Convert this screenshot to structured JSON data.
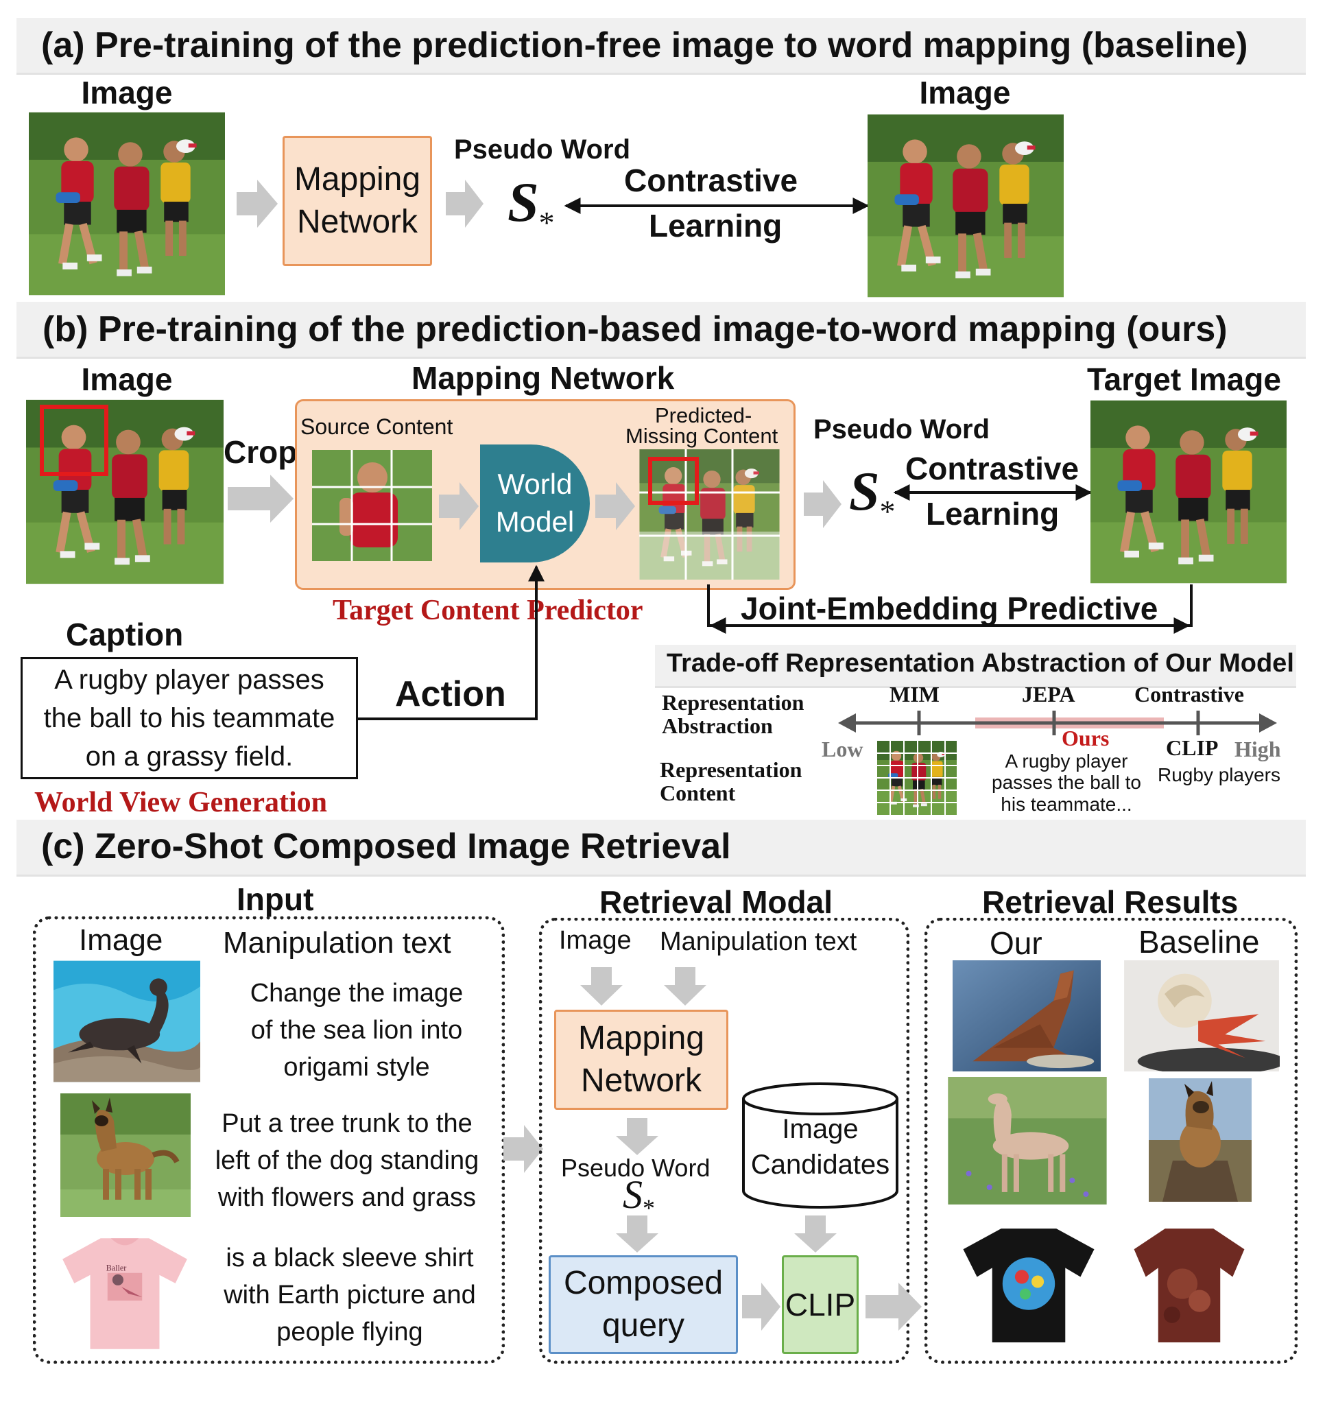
{
  "section_a": {
    "title": "(a) Pre-training of the prediction-free image to word mapping (baseline)",
    "image_left_label": "Image",
    "image_right_label": "Image",
    "mapping_network": "Mapping\nNetwork",
    "pseudo_word": "Pseudo Word",
    "symbol": "S",
    "symbol_sub": "*",
    "contrastive": "Contrastive",
    "learning": "Learning"
  },
  "section_b": {
    "title": "(b) Pre-training of the prediction-based image-to-word mapping (ours)",
    "image_label": "Image",
    "crop_label": "Crop",
    "mapping_network_label": "Mapping Network",
    "source_content": "Source Content",
    "world_model": "World\nModel",
    "predicted_line1": "Predicted-",
    "predicted_line2": "Missing Content",
    "pseudo_word": "Pseudo Word",
    "symbol": "S",
    "symbol_sub": "*",
    "contrastive": "Contrastive",
    "learning": "Learning",
    "target_image_label": "Target Image",
    "target_content_predictor": "Target Content Predictor",
    "joint_embedding": "Joint-Embedding Predictive",
    "caption_label": "Caption",
    "caption_text": "A rugby player passes\nthe ball to his teammate\non a grassy field.",
    "action_label": "Action",
    "world_view_generation": "World View Generation",
    "tradeoff": {
      "title": "Trade-off Representation Abstraction of Our Model",
      "row1_label": "Representation\nAbstraction",
      "row2_label": "Representation\nContent",
      "mim": "MIM",
      "jepa": "JEPA",
      "contrastive": "Contrastive",
      "ours": "Ours",
      "clip": "CLIP",
      "low": "Low",
      "high": "High",
      "ours_text": "A rugby player\npasses the ball to\nhis teammate...",
      "clip_text": "Rugby players"
    }
  },
  "section_c": {
    "title": "(c) Zero-Shot Composed Image Retrieval",
    "input_label": "Input",
    "image_col": "Image",
    "manip_col": "Manipulation text",
    "texts": [
      "Change the image\nof the sea lion into\norigami style",
      "Put a tree trunk to the\nleft of the dog standing\nwith flowers and grass",
      "is a black sleeve shirt\nwith Earth picture and\npeople flying"
    ],
    "retrieval_modal_label": "Retrieval Modal",
    "rm_image": "Image",
    "rm_manip": "Manipulation text",
    "mapping_network": "Mapping\nNetwork",
    "image_candidates": "Image\nCandidates",
    "pseudo_word": "Pseudo Word",
    "symbol": "S",
    "symbol_sub": "*",
    "composed_query": "Composed\nquery",
    "clip": "CLIP",
    "results_label": "Retrieval Results",
    "our_col": "Our",
    "baseline_col": "Baseline"
  },
  "colors": {
    "mapping_fill": "#fbe1cc",
    "mapping_border": "#e8955a",
    "world_model": "#2e7f8f",
    "red": "#b41818",
    "query_fill": "#dbe8f6",
    "query_border": "#5b8fc7",
    "clip_fill": "#cfe8bf",
    "clip_border": "#6aae4a",
    "arrow_gray": "#c8c8c8"
  }
}
